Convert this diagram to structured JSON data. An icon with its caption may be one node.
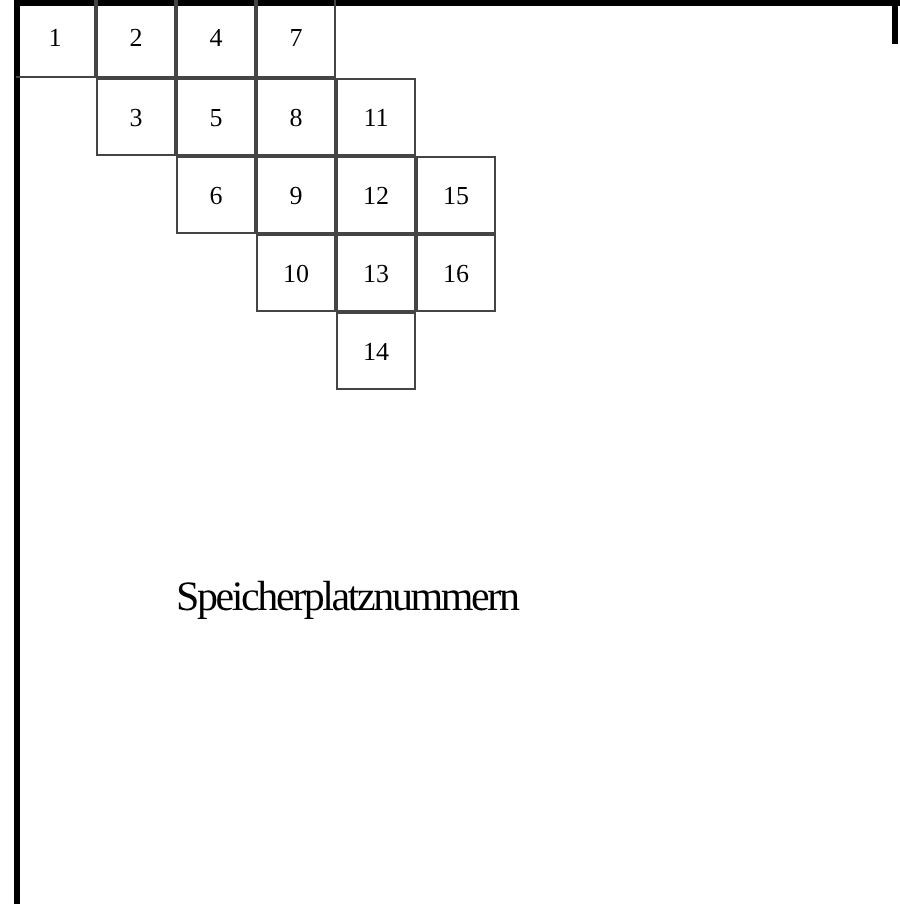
{
  "diagram": {
    "labels": [
      "1",
      "2",
      "4",
      "7",
      "3",
      "5",
      "8",
      "11",
      "6",
      "9",
      "12",
      "15",
      "10",
      "13",
      "16",
      "14",
      "Speicherplatznummern"
    ]
  }
}
